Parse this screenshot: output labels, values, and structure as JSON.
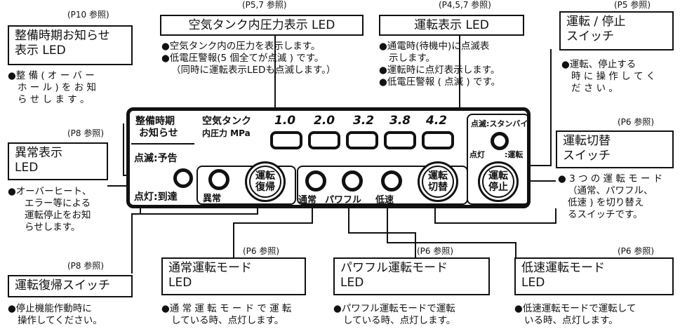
{
  "refs": {
    "maintenance": "(P10 参照)",
    "air_tank": "(P5,7 参照)",
    "run_display": "(P4,5,7 参照)",
    "run_stop": "(P5 参照)",
    "abnormal": "(P8 参照)",
    "mode_switch": "(P6 参照)",
    "reset": "(P8 参照)",
    "normal": "(P6 参照)",
    "powerful": "(P6 参照)",
    "lowspeed": "(P6 参照)"
  },
  "labels": {
    "maintenance": [
      "整備時期お知らせ",
      "表示 LED"
    ],
    "air_tank": "空気タンク内圧力表示 LED",
    "run_display": "運転表示 LED",
    "run_stop": [
      "運転 / 停止",
      "スイッチ"
    ],
    "abnormal": [
      "異常表示",
      "LED"
    ],
    "mode_switch": [
      "運転切替",
      "スイッチ"
    ],
    "reset": "運転復帰スイッチ",
    "normal": [
      "通常運転モード",
      "LED"
    ],
    "powerful": [
      "パワフル運転モード",
      "LED"
    ],
    "lowspeed": [
      "低速運転モード",
      "LED"
    ]
  },
  "descs": {
    "maintenance": [
      "●整 備 ( オ ー バ ー",
      "ホ ー ル ) を お 知",
      "ら せ し ま す 。"
    ],
    "air_tank": [
      "●空気タンク内の圧力を表示します。",
      "●低電圧警報(5 個全てが点滅 ) です。",
      "（同時に運転表示LEDも点滅します。）"
    ],
    "run_display": [
      "●通電時(待機中)に点滅表",
      "示します。",
      "●運転時に点灯表示します。",
      "●低電圧警報 ( 点滅 ) です。"
    ],
    "run_stop": [
      "●運転、停止する",
      "時 に 操 作 し て く",
      "だ さ い 。"
    ],
    "abnormal": [
      "●オーバーヒート、",
      "エラー等による",
      "運転停止をお知",
      "らせします。"
    ],
    "mode_switch": [
      "● 3 つ の 運 転 モ ー ド",
      "（通常、パワフル、",
      "低速 ) を切り替え",
      "るスイッチです。"
    ],
    "reset": [
      "●停止機能作動時に",
      "操作してください。"
    ],
    "normal": [
      "●通 常 運 転 モ ー ド で 運 転",
      "している時、点灯します。"
    ],
    "powerful": [
      "●パワフル運転モードで運転",
      "している時、点灯します。"
    ],
    "lowspeed": [
      "●低速運転モードで運転して",
      "いる時、点灯します。"
    ]
  },
  "panel": {
    "maint_label": [
      "整備時期",
      "お知らせ"
    ],
    "blink_notice": "点滅:予告",
    "lit_reached": "点灯:到達",
    "tank_label": [
      "空気タンク",
      "内圧力 MPa"
    ],
    "pressure_values": [
      "1.0",
      "2.0",
      "3.2",
      "3.8",
      "4.2"
    ],
    "abnormal": "異常",
    "reset_btn": "運転\n復帰",
    "normal": "通常",
    "powerful": "パワフル",
    "lowspeed": "低速",
    "switch_btn": "運転\n切替",
    "standby": "点滅:スタンバイ",
    "lit": "点灯",
    "running": ":運転",
    "stop_btn": "運転\n停止"
  }
}
